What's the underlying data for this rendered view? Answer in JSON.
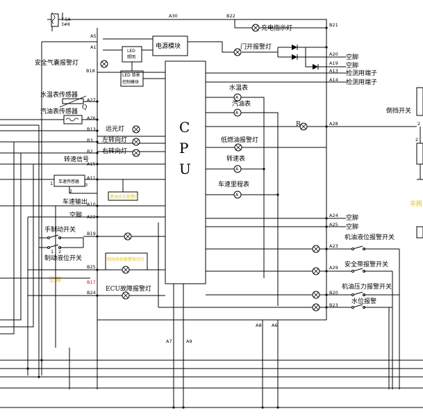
{
  "fuse": {
    "rating_a": "7.5A",
    "rating_b": "3#8"
  },
  "modules": {
    "power": "电源模块",
    "cpu": [
      "C",
      "P",
      "U"
    ],
    "led_power": [
      "LED",
      "照明"
    ],
    "led_backlight": [
      "LED 背景",
      "控制模块"
    ],
    "speed_sensor": "车速传感器"
  },
  "pins": {
    "A30": "A30",
    "B22": "B22",
    "B21": "B21",
    "A5": "A5",
    "A1": "A1",
    "B18": "B18",
    "A20": "A20",
    "A19": "A19",
    "A13": "A13",
    "A14": "A14",
    "A27": "A27",
    "A26": "A26",
    "B13": "B13",
    "B3": "B3",
    "B2": "B2",
    "A15": "A15",
    "A11": "A11",
    "A10": "A10",
    "A22": "A22",
    "B19": "B19",
    "B25": "B25",
    "B17": "B17",
    "B24": "B24",
    "A28": "A28",
    "A24": "A24",
    "A25": "A25",
    "A23": "A23",
    "A29": "A29",
    "B20": "B20",
    "B23": "B23",
    "A8": "A8",
    "A6": "A6",
    "A7": "A7",
    "A9": "A9"
  },
  "labels": {
    "charge_lamp": "充电指示灯",
    "door_lamp": "门开报警灯",
    "airbag_lamp": "安全气囊报警灯",
    "empty_pin_1": "空脚",
    "empty_pin_2": "空脚",
    "test_terminal_1": "检测用端子",
    "test_terminal_2": "检测用端子",
    "water_temp_sensor": "水温表传感器",
    "fuel_sensor": "汽油表传感器",
    "sensor_q": "Q",
    "water_temp_gauge": "水温表",
    "fuel_gauge": "汽油表",
    "high_beam": "远光灯",
    "left_turn": "左转向灯",
    "right_turn": "右转向灯",
    "speed_signal": "转速信号",
    "low_fuel_lamp": "低燃油报警灯",
    "tachometer": "转速表",
    "speedometer": "车速里程表",
    "speed_out": "车速输出",
    "empty_pin_3": "空脚",
    "empty_pin_4": "空脚",
    "empty_pin_5": "空脚",
    "handbrake_switch": "手制动开关",
    "brake_fluid_switch": "制动液位开关",
    "oil_level_switch": "机油液位报警开关",
    "seatbelt_switch": "安全带报警开关",
    "oil_pressure_switch": "机油压力报警开关",
    "water_level_switch": "水位报警",
    "ecu_lamp": "ECU故障报警灯",
    "empty_pin_yellow": "空脚",
    "reverse_switch": "倒挡开关",
    "r": "R",
    "yellow_box_small": "燃油水位报警灯",
    "yellow_box_large": "制动系统报警指示灯",
    "right_edge_yellow": "辛腾车灯",
    "pin_1": "1",
    "pin_2": "2",
    "pin_3": "3",
    "pin_r1": "1",
    "pin_r2": "2",
    "pin_r2b": "2"
  }
}
